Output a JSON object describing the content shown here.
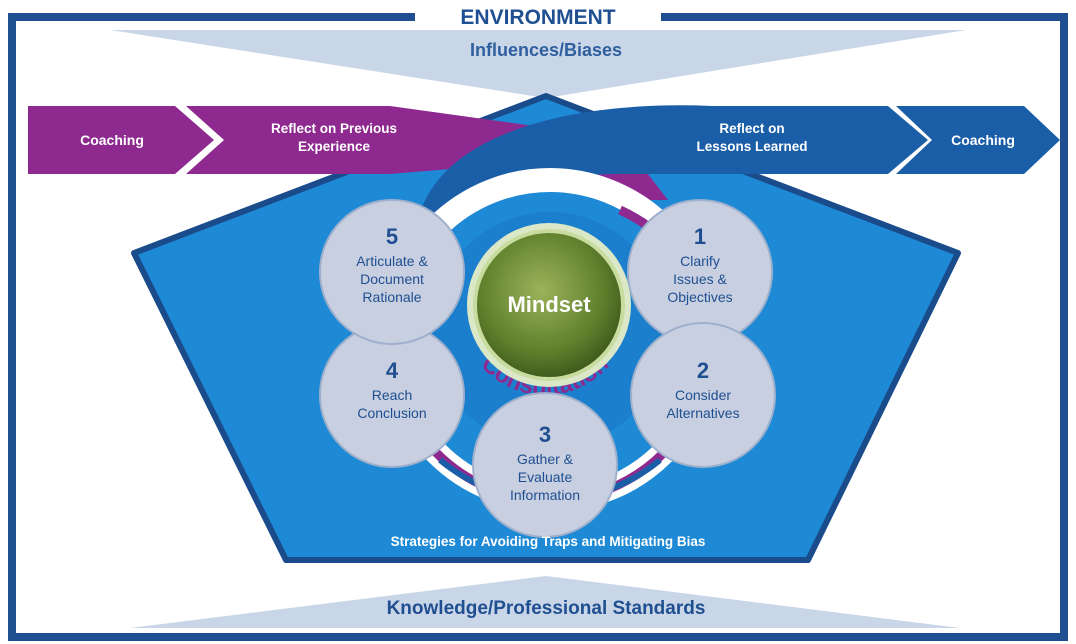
{
  "frame": {
    "title": "ENVIRONMENT"
  },
  "top_banner": {
    "label": "Influences/Biases"
  },
  "bottom_banner": {
    "label": "Knowledge/Professional Standards"
  },
  "arrows": {
    "left_coaching": "Coaching",
    "reflect_previous_line1": "Reflect on Previous",
    "reflect_previous_line2": "Experience",
    "reflect_lessons_line1": "Reflect on",
    "reflect_lessons_line2": "Lessons Learned",
    "right_coaching": "Coaching"
  },
  "center": {
    "label": "Mindset",
    "ring_label": "Consultation"
  },
  "steps": [
    {
      "number": "1",
      "lines": [
        "Clarify",
        "Issues &",
        "Objectives"
      ]
    },
    {
      "number": "2",
      "lines": [
        "Consider",
        "Alternatives"
      ]
    },
    {
      "number": "3",
      "lines": [
        "Gather &",
        "Evaluate",
        "Information"
      ]
    },
    {
      "number": "4",
      "lines": [
        "Reach",
        "Conclusion"
      ]
    },
    {
      "number": "5",
      "lines": [
        "Articulate &",
        "Document",
        "Rationale"
      ]
    }
  ],
  "pentagon": {
    "caption": "Strategies for Avoiding Traps and Mitigating Bias"
  },
  "colors": {
    "navy": "#1f4f91",
    "pentagon_fill": "#1e8ad6",
    "pentagon_stroke": "#1a4c8c",
    "purple": "#8e2a8f",
    "dark_blue": "#1b5ea8",
    "banner": "#c9d6e8",
    "circle": "#c7cfe0",
    "mindset_green": "#6f8e3a"
  }
}
